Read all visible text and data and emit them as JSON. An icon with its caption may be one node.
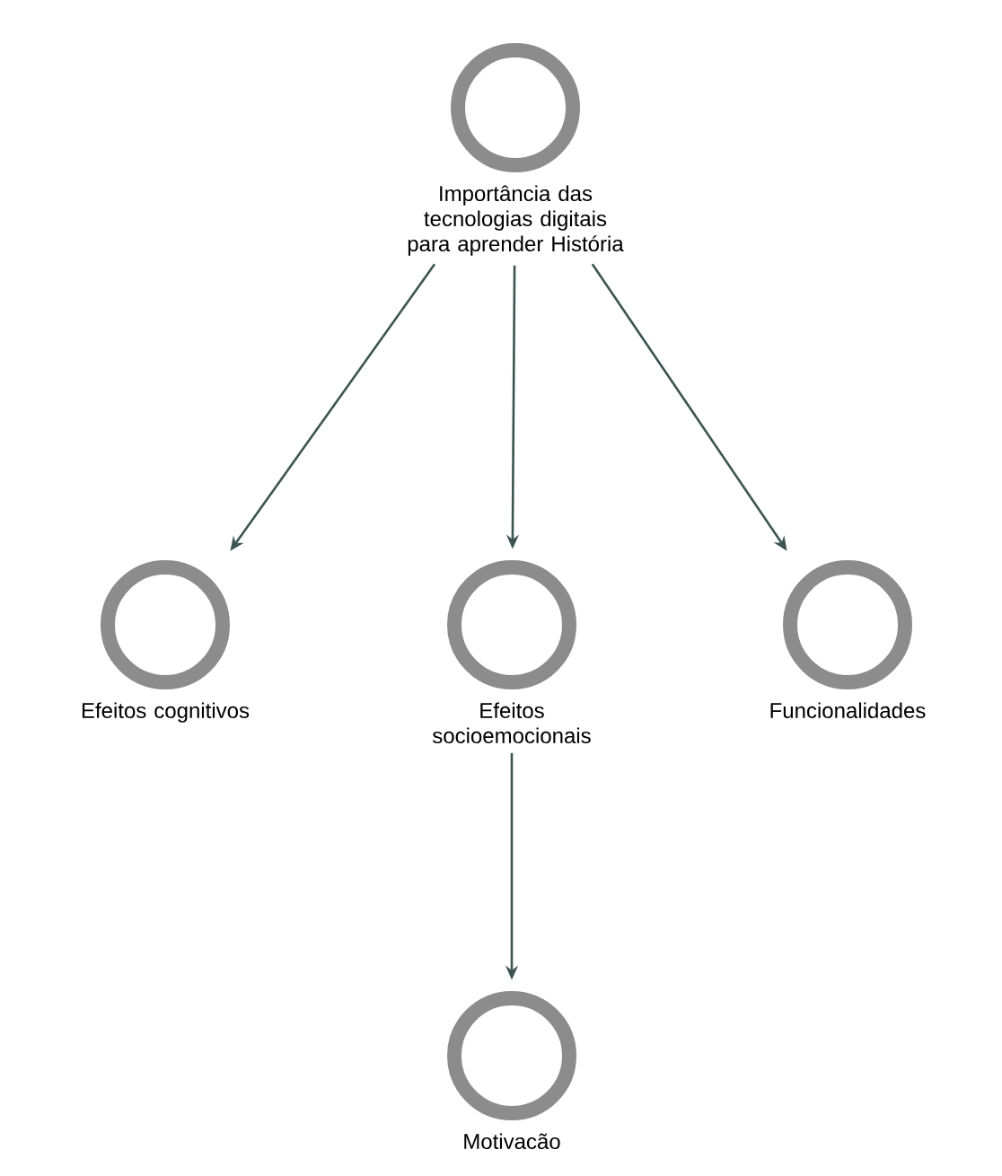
{
  "diagram": {
    "nodes": [
      {
        "text": [
          "Importância das tecnologias digitais para aprender História"
        ]
      },
      {
        "text": [
          "Efeitos cognitivos"
        ]
      },
      {
        "text": [
          "Efeitos socioemocionais"
        ]
      },
      {
        "text": [
          "Funcionalidades"
        ]
      },
      {
        "text": [
          "Motivacão"
        ]
      }
    ],
    "edges": [
      {
        "from": 0,
        "to": 1,
        "arrow": "to"
      },
      {
        "from": 0,
        "to": 2,
        "arrow": "to"
      },
      {
        "from": 0,
        "to": 3,
        "arrow": "to"
      },
      {
        "from": 2,
        "to": 4,
        "arrow": "to"
      }
    ]
  }
}
